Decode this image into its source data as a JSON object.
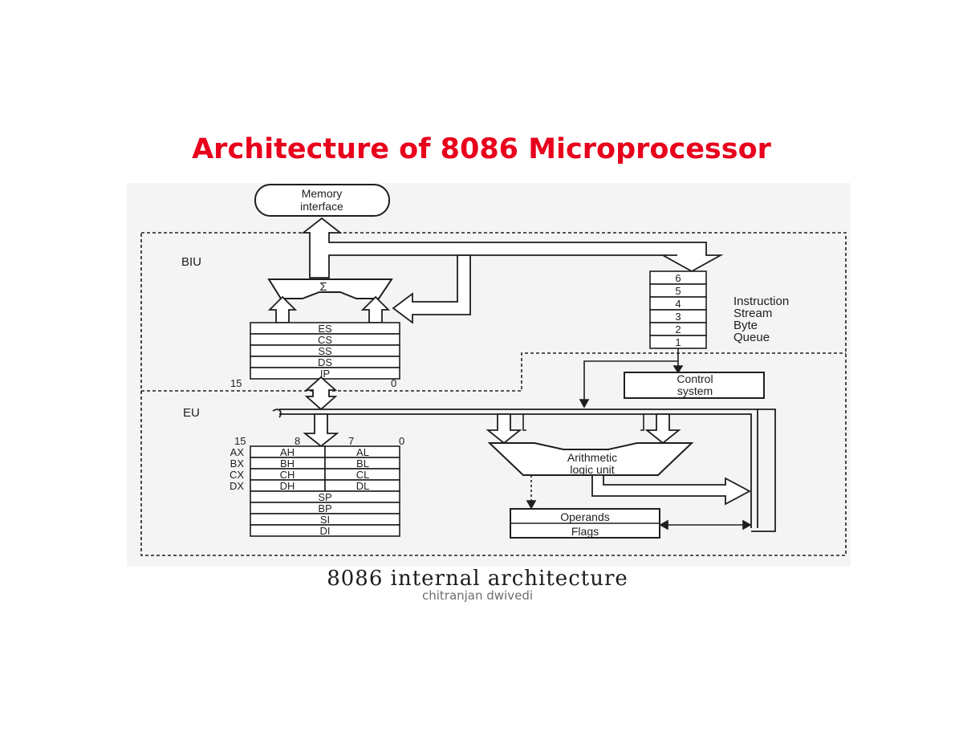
{
  "title": "Architecture of 8086 Microprocessor",
  "caption": "8086 internal architecture",
  "author": "chitranjan dwivedi",
  "colors": {
    "title": "#e8001c",
    "ink": "#1e1e1e",
    "paper": "#ffffff",
    "scan": "#f4f4f4"
  },
  "diagram": {
    "memory_interface": [
      "Memory",
      "interface"
    ],
    "biu_label": "BIU",
    "eu_label": "EU",
    "sigma": "Σ",
    "segment_registers": [
      "ES",
      "CS",
      "SS",
      "DS",
      "IP"
    ],
    "segment_bits": {
      "high": "15",
      "low": "0"
    },
    "queue_cells": [
      "6",
      "5",
      "4",
      "3",
      "2",
      "1"
    ],
    "queue_label": [
      "Instruction",
      "Stream",
      "Byte",
      "Queue"
    ],
    "control_system": [
      "Control",
      "system"
    ],
    "gp_bits": {
      "b15": "15",
      "b8": "8",
      "b7": "7",
      "b0": "0"
    },
    "gp_rows": [
      {
        "name": "AX",
        "high": "AH",
        "low": "AL"
      },
      {
        "name": "BX",
        "high": "BH",
        "low": "BL"
      },
      {
        "name": "CX",
        "high": "CH",
        "low": "CL"
      },
      {
        "name": "DX",
        "high": "DH",
        "low": "DL"
      }
    ],
    "pointer_registers": [
      "SP",
      "BP",
      "SI",
      "DI"
    ],
    "alu": [
      "Arithmetic",
      "logic unit"
    ],
    "operands_flags": [
      "Operands",
      "Flags"
    ]
  }
}
